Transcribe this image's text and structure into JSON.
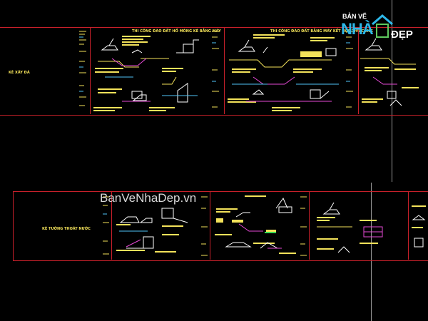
{
  "drawing": {
    "top_strip": {
      "cover_label": "KÈ XÂY ĐÁ",
      "sheet_titles": [
        "THI CÔNG ĐÀO ĐẤT HỐ MÓNG KÈ BẰNG MÁY",
        "THI CÔNG ĐÀO ĐẤT BẰNG MÁY KẾT HỢP THỦ CÔNG"
      ]
    },
    "bottom_strip": {
      "cover_label": "KÈ TƯỜNG THOÁT NƯỚC"
    }
  },
  "watermark": {
    "text": "BanVeNhaDep.vn"
  },
  "logo": {
    "line1": "BẢN VẼ",
    "line2": "NHÀ",
    "line3": "ĐẸP"
  },
  "colors": {
    "background": "#000000",
    "frame": "#c8202a",
    "text": "#f3e25a",
    "watermark": "#d9d9d9",
    "logo_accent": "#2db7e8"
  }
}
